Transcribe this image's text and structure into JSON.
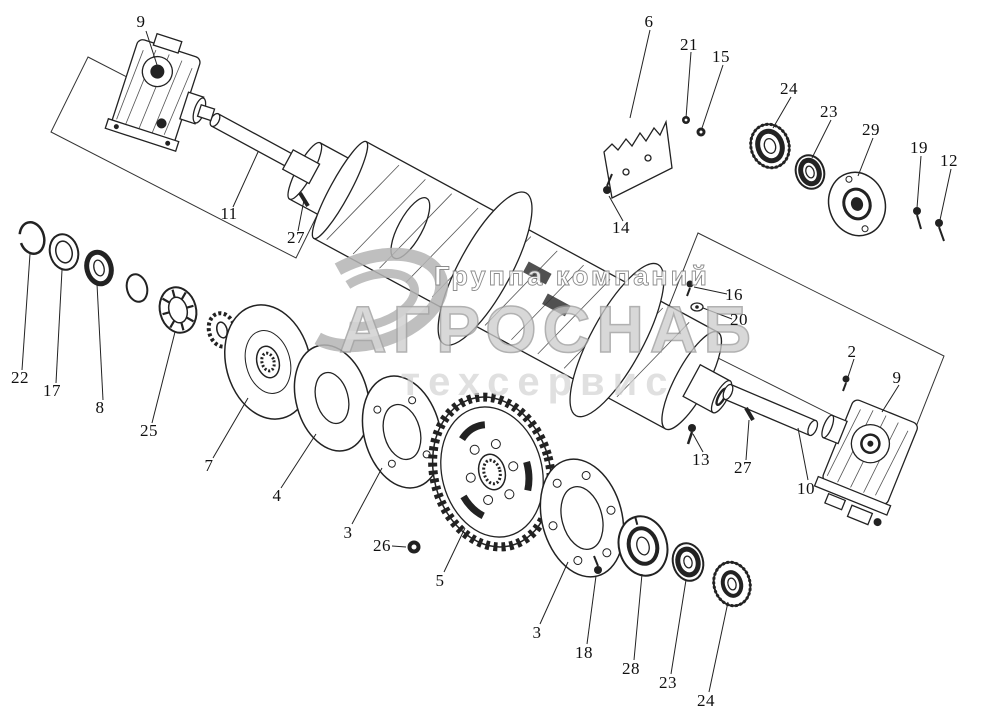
{
  "watermark": {
    "line1": "Группа компаний",
    "line2": "АГРОСНАБ",
    "line3": "техсервис"
  },
  "callouts": [
    {
      "label": "9"
    },
    {
      "label": "6"
    },
    {
      "label": "21"
    },
    {
      "label": "15"
    },
    {
      "label": "24"
    },
    {
      "label": "23"
    },
    {
      "label": "29"
    },
    {
      "label": "19"
    },
    {
      "label": "12"
    },
    {
      "label": "11"
    },
    {
      "label": "27"
    },
    {
      "label": "14"
    },
    {
      "label": "16"
    },
    {
      "label": "20"
    },
    {
      "label": "22"
    },
    {
      "label": "17"
    },
    {
      "label": "8"
    },
    {
      "label": "25"
    },
    {
      "label": "2"
    },
    {
      "label": "9"
    },
    {
      "label": "7"
    },
    {
      "label": "4"
    },
    {
      "label": "3"
    },
    {
      "label": "26"
    },
    {
      "label": "5"
    },
    {
      "label": "13"
    },
    {
      "label": "27"
    },
    {
      "label": "10"
    },
    {
      "label": "3"
    },
    {
      "label": "18"
    },
    {
      "label": "28"
    },
    {
      "label": "23"
    },
    {
      "label": "24"
    }
  ]
}
